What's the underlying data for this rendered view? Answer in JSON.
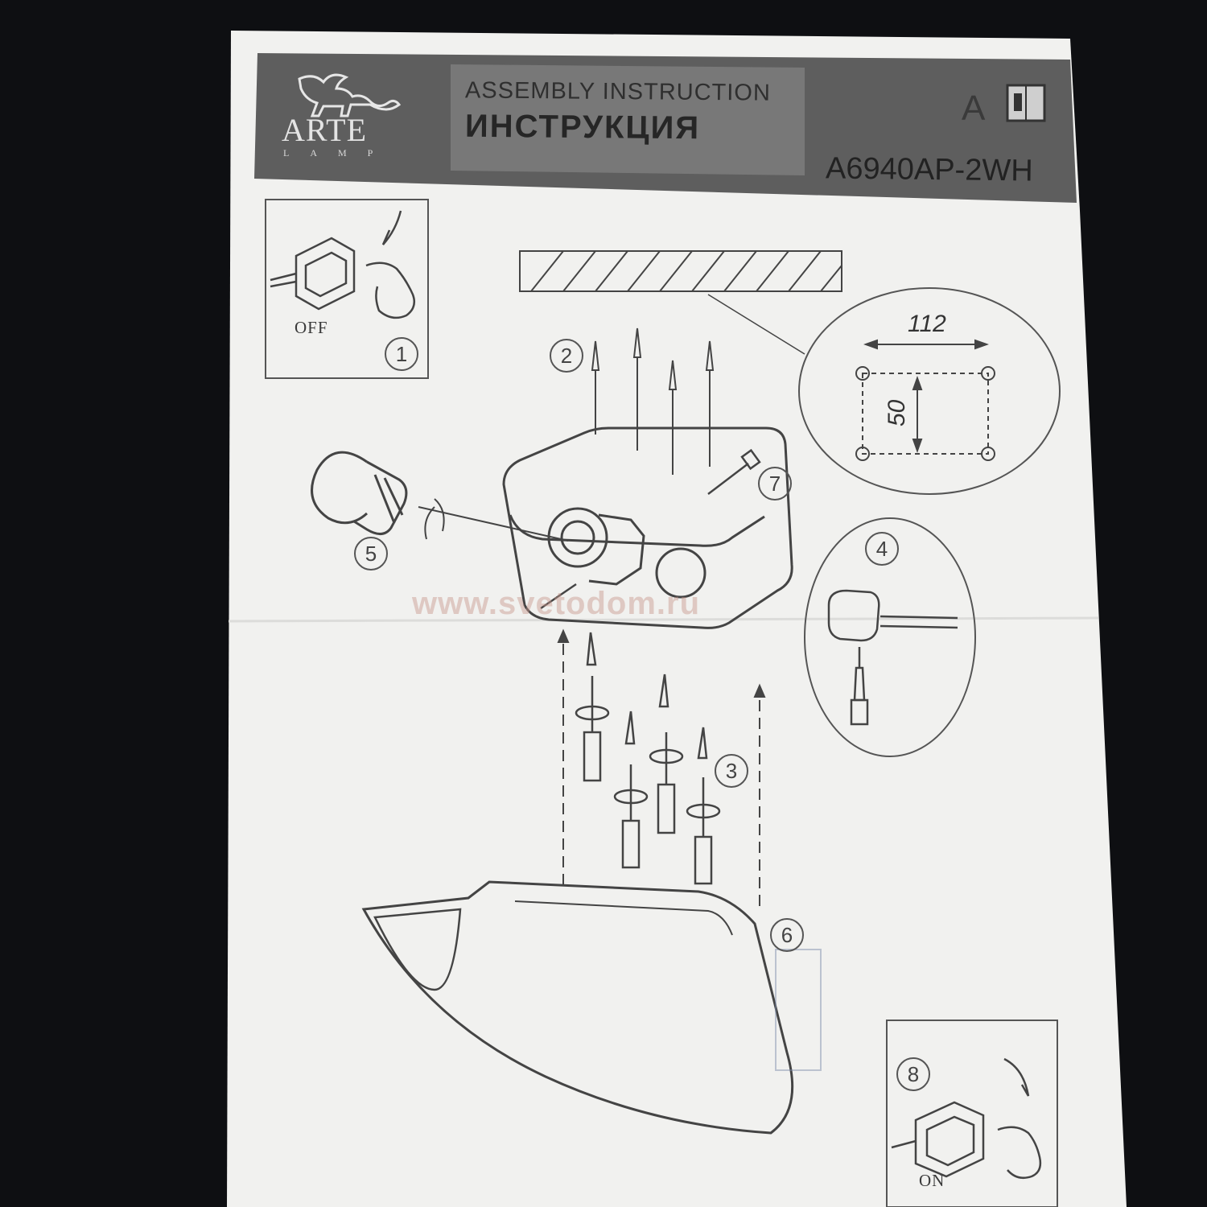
{
  "header": {
    "brand_name": "ARTE",
    "brand_sub": "LAMP",
    "title_en": "ASSEMBLY INSTRUCTION",
    "title_ru": "ИНСТРУКЦИЯ",
    "model": "A6940AP-2WH",
    "lang_letter": "A"
  },
  "steps": [
    "1",
    "2",
    "3",
    "4",
    "5",
    "6",
    "7",
    "8"
  ],
  "labels": {
    "off": "OFF",
    "on": "ON"
  },
  "dimensions": {
    "width": "112",
    "height": "50"
  },
  "watermark": "www.svetodom.ru",
  "colors": {
    "background": "#0e0f12",
    "paper": "#f1f1ef",
    "header_band": "#5e5e5e",
    "ink": "#555555"
  }
}
